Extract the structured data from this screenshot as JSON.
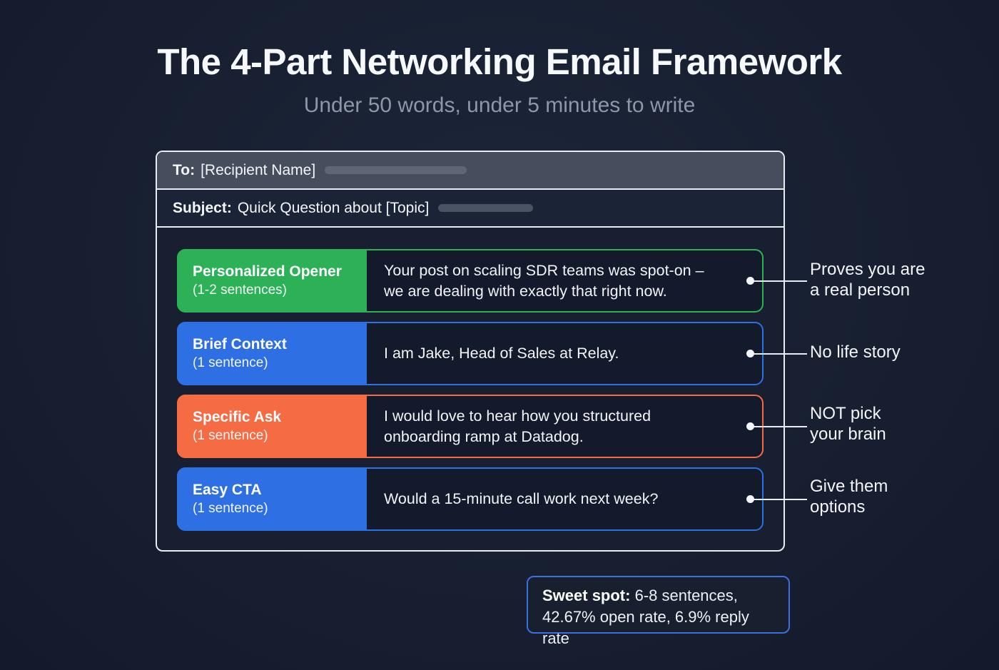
{
  "page": {
    "title": "The 4-Part Networking Email Framework",
    "subtitle": "Under 50 words, under 5 minutes to write"
  },
  "email": {
    "to": {
      "label": "To:",
      "value": "[Recipient Name]"
    },
    "subject": {
      "label": "Subject:",
      "value": "Quick Question about [Topic]"
    },
    "rows": [
      {
        "name": "Personalized Opener",
        "sentences": "(1-2 sentences)",
        "example": "Your post on scaling SDR teams was spot-on – we are dealing with exactly that right now.",
        "annotation": "Proves you are\na real person",
        "color": "#2cb157"
      },
      {
        "name": "Brief Context",
        "sentences": "(1 sentence)",
        "example": "I am Jake, Head of Sales at Relay.",
        "annotation": "No life story",
        "color": "#2e70e4"
      },
      {
        "name": "Specific Ask",
        "sentences": "(1 sentence)",
        "example": "I would love to hear how you structured onboarding ramp at Datadog.",
        "annotation": "NOT pick\nyour brain",
        "color": "#f46b44"
      },
      {
        "name": "Easy CTA",
        "sentences": "(1 sentence)",
        "example": "Would a 15-minute call work next week?",
        "annotation": "Give them\noptions",
        "color": "#2e70e4"
      }
    ]
  },
  "footnote": {
    "label": "Sweet spot:",
    "text": " 6-8 sentences,\n42.67% open rate, 6.9% reply rate"
  },
  "colors": {
    "background": "#171f31",
    "container_border": "#e9ecf1",
    "to_row_bg": "#464e5e",
    "green": "#2cb157",
    "blue": "#2e70e4",
    "orange": "#f46b44",
    "callout_border": "#3b70dd"
  }
}
